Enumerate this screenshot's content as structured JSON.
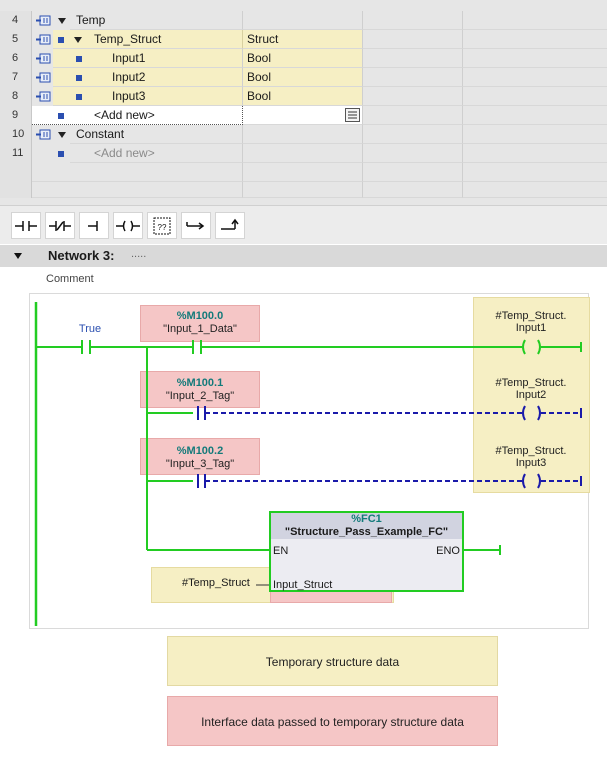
{
  "declarations": {
    "rows": [
      {
        "num": "4",
        "name": "Temp",
        "type": ""
      },
      {
        "num": "5",
        "name": "Temp_Struct",
        "type": "Struct"
      },
      {
        "num": "6",
        "name": "Input1",
        "type": "Bool"
      },
      {
        "num": "7",
        "name": "Input2",
        "type": "Bool"
      },
      {
        "num": "8",
        "name": "Input3",
        "type": "Bool"
      },
      {
        "num": "9",
        "name": "<Add new>",
        "type": ""
      },
      {
        "num": "10",
        "name": "Constant",
        "type": ""
      },
      {
        "num": "11",
        "name": "<Add new>",
        "type": ""
      }
    ]
  },
  "toolbar": {
    "buttons": [
      "normally-open-contact",
      "normally-closed-contact",
      "open-branch",
      "coil",
      "empty-box",
      "close-branch",
      "branch-up"
    ]
  },
  "network": {
    "title": "Network 3:",
    "dots": ".....",
    "comment": "Comment"
  },
  "ladder": {
    "contact1": {
      "label": "True"
    },
    "contact2": {
      "addr": "%M100.0",
      "tag": "\"Input_1_Data\""
    },
    "contact3": {
      "addr": "%M100.1",
      "tag": "\"Input_2_Tag\""
    },
    "contact4": {
      "addr": "%M100.2",
      "tag": "\"Input_3_Tag\""
    },
    "coil1": {
      "line1": "#Temp_Struct.",
      "line2": "Input1"
    },
    "coil2": {
      "line1": "#Temp_Struct.",
      "line2": "Input2"
    },
    "coil3": {
      "line1": "#Temp_Struct.",
      "line2": "Input3"
    },
    "fc": {
      "addr": "%FC1",
      "name": "\"Structure_Pass_Example_FC\"",
      "en": "EN",
      "eno": "ENO",
      "param": "Input_Struct",
      "param_value": "#Temp_Struct"
    }
  },
  "legend": {
    "yellow": "Temporary structure data",
    "red": "Interface data passed to temporary structure data"
  },
  "colors": {
    "power_flow": "#22cc22",
    "no_flow": "#1a1aaa",
    "temp_highlight": "#f6efc4",
    "interface_highlight": "#f5c6c6"
  }
}
